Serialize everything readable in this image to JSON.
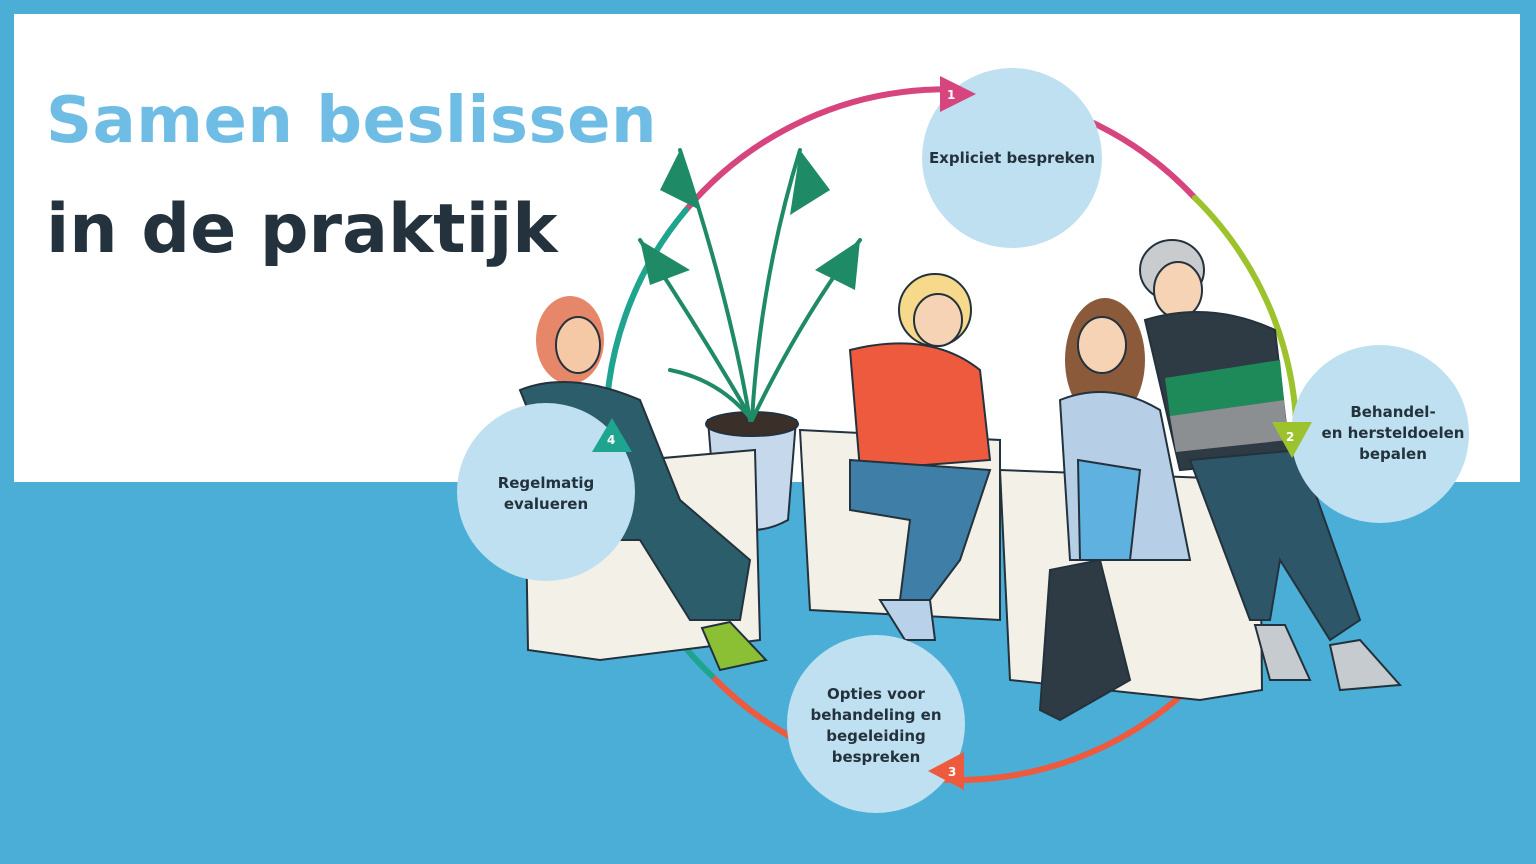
{
  "title": {
    "line1": "Samen beslissen",
    "line2": "in de praktijk"
  },
  "steps": [
    {
      "number": "1",
      "label": "Expliciet bespreken",
      "color": "#d6457d"
    },
    {
      "number": "2",
      "label": "Behandel-\nen hersteldoelen\nbepalen",
      "color": "#9cc22d"
    },
    {
      "number": "3",
      "label": "Opties voor\nbehandeling en\nbegeleiding\nbespreken",
      "color": "#ee5a3e"
    },
    {
      "number": "4",
      "label": "Regelmatig\nevalueren",
      "color": "#1fa48f"
    }
  ],
  "colors": {
    "background": "#4aaed6",
    "panel": "#ffffff",
    "title_accent": "#6fbde4",
    "title_dark": "#23323c",
    "bubble": "#bfe0f1"
  }
}
